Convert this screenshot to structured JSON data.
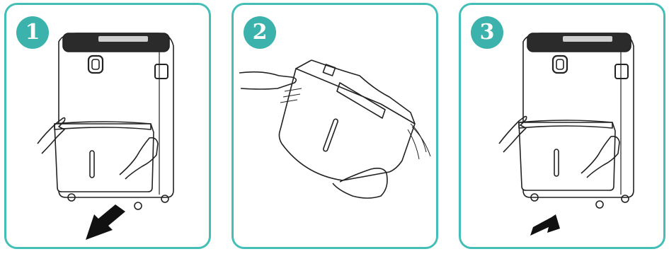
{
  "panels": [
    {
      "step": "1",
      "action": "pull-out",
      "arrow": "down-left"
    },
    {
      "step": "2",
      "action": "tilt-empty",
      "arrow": "none"
    },
    {
      "step": "3",
      "action": "push-in",
      "arrow": "up-right"
    }
  ],
  "colors": {
    "accent": "#44bfb8",
    "badge": "#3bb3ac",
    "line": "#222222",
    "arrow": "#111111"
  }
}
